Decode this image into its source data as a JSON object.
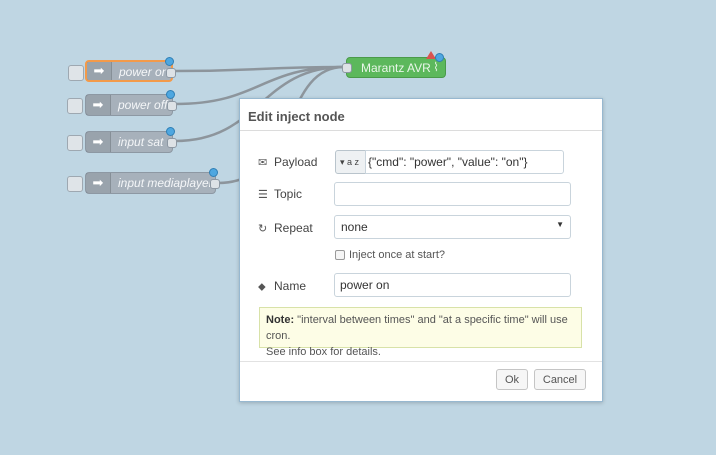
{
  "flow": {
    "nodes": [
      {
        "label": "power on",
        "icon": "arrow-right-icon"
      },
      {
        "label": "power off",
        "icon": "arrow-right-icon"
      },
      {
        "label": "input sat",
        "icon": "arrow-right-icon"
      },
      {
        "label": "input mediaplayer",
        "icon": "arrow-right-icon"
      }
    ],
    "target": {
      "label": "Marantz AVR",
      "icon": "wifi-icon"
    }
  },
  "dialog": {
    "title": "Edit inject node",
    "payload": {
      "label": "Payload",
      "type_icon": "a z",
      "value": "{\"cmd\": \"power\", \"value\": \"on\"}"
    },
    "topic": {
      "label": "Topic",
      "value": ""
    },
    "repeat": {
      "label": "Repeat",
      "value": "none"
    },
    "inject_once": {
      "label": "Inject once at start?",
      "checked": false
    },
    "name": {
      "label": "Name",
      "value": "power on"
    },
    "note": {
      "bold": "Note:",
      "text": " \"interval between times\" and \"at a specific time\" will use cron.",
      "text2": "See info box for details."
    },
    "buttons": {
      "ok": "Ok",
      "cancel": "Cancel"
    }
  },
  "colors": {
    "canvas": "#bfd6e3",
    "inject_node": "#a7b1bb",
    "output_node": "#5cb85c",
    "selection": "#f39a4a"
  }
}
